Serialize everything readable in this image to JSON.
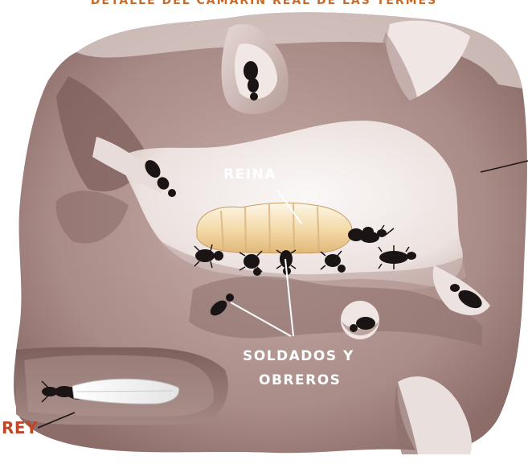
{
  "title": "DETALLE DEL CAMARÍN REAL DE LAS TERMES",
  "labels": {
    "queen": "REINA",
    "soldiers_line1": "SOLDADOS Y",
    "soldiers_line2": "OBREROS",
    "king": "REY"
  },
  "colors": {
    "nest_outer": "#9c7d7a",
    "nest_mid": "#b49893",
    "nest_light": "#e8dcd8",
    "chamber": "#f4eeec",
    "insect": "#1a1414",
    "label_white": "#ffffff",
    "title": "#c86a2c",
    "king_label": "#c0462a"
  }
}
